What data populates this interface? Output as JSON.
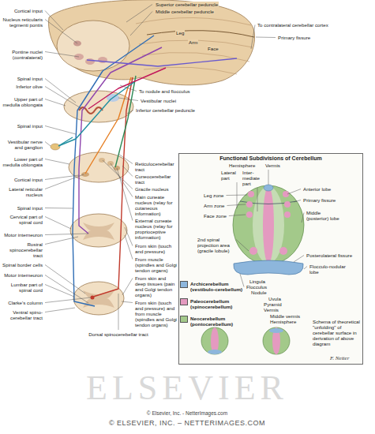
{
  "diagram": {
    "nodes": [
      {
        "text": [
          "Functional Subdivisions of Cerebellum"
        ]
      }
    ],
    "labels": [
      "Superior cerebellar peduncle",
      "Middle cerebellar peduncle",
      "Cortical input",
      "Nucleus reticularis tegmenti pontis",
      "Leg",
      "Arm",
      "Face",
      "To contralateral cerebellar cortex",
      "Primary fissure",
      "Pontine nuclei (contralateral)",
      "Spinal input",
      "Inferior olive",
      "To nodule and flocculus",
      "Vestibular nuclei",
      "Inferior cerebellar peduncle",
      "Upper part of medulla oblongata",
      "Spinal input",
      "Vestibular nerve and ganglion",
      "Lower part of medulla oblongata",
      "Reticulocerebellar tract",
      "Cuneocerebellar tract",
      "Gracile nucleus",
      "Cortical input",
      "Lateral reticular nucleus",
      "Main cuneate nucleus (relay for cutaneous information)",
      "Spinal input",
      "Cervical part of spinal cord",
      "External cuneate nucleus (relay for proprioceptive information)",
      "Motor interneuron",
      "From skin (touch and pressure)",
      "Rostral spinocerebellar tract",
      "From muscle (spindles and Golgi tendon organs)",
      "Spinal border cells",
      "Motor interneuron",
      "From skin and deep tissues (pain and Golgi tendon organs)",
      "Lumbar part of spinal cord",
      "Clarke's column",
      "From skin (touch and pressure) and from muscle (spindles and Golgi tendon organs)",
      "Ventral spino-cerebellar tract",
      "Dorsal spinocerebellar tract",
      "Hemisphere",
      "Vermis",
      "Lateral part",
      "Inter-mediate part",
      "Anterior lobe",
      "Primary fissure",
      "Leg zone",
      "Arm zone",
      "Middle (posterior) lobe",
      "Face zone",
      "2nd spinal projection area (gracile lobule)",
      "Posterolateral fissure",
      "Flocculo-nodular lobe",
      "Lingula",
      "Flocculus",
      "Nodule",
      "Uvula",
      "Pyramid",
      "Vermis",
      "Middle vermis",
      "Hemisphere",
      "Schema of theoretical \"unfolding\" of cerebellar surface in derivation of above diagram",
      "F. Netter",
      "ELSEVIER",
      "© Elsevier, Inc. - NetterImages.com",
      "© ELSEVIER, INC. – NETTERIMAGES.COM"
    ],
    "legend": [
      {
        "text": "Archicerebellum (vestibulo-cerebellum)",
        "color": "#8db6dc"
      },
      {
        "text": "Paleocerebellum (spinocerebellum)",
        "color": "#e49ac0"
      },
      {
        "text": "Neocerebellum (pontocerebellum)",
        "color": "#a3c98a"
      }
    ]
  }
}
